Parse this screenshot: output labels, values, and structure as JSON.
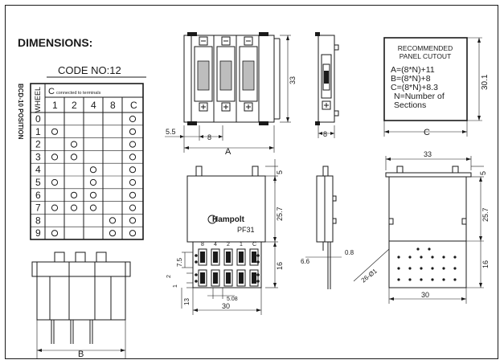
{
  "title": "DIMENSIONS:",
  "code_label": "CODE NO:12",
  "bcd": {
    "side_label": "BCD-10 POSITION",
    "wheel_header": "WHEEL",
    "c_header": "C",
    "c_header_small": "connected to terminals",
    "columns": [
      "1",
      "2",
      "4",
      "8",
      "C"
    ],
    "rows": [
      {
        "pos": "0",
        "marks": [
          false,
          false,
          false,
          false,
          true
        ]
      },
      {
        "pos": "1",
        "marks": [
          true,
          false,
          false,
          false,
          true
        ]
      },
      {
        "pos": "2",
        "marks": [
          false,
          true,
          false,
          false,
          true
        ]
      },
      {
        "pos": "3",
        "marks": [
          true,
          true,
          false,
          false,
          true
        ]
      },
      {
        "pos": "4",
        "marks": [
          false,
          false,
          true,
          false,
          true
        ]
      },
      {
        "pos": "5",
        "marks": [
          true,
          false,
          true,
          false,
          true
        ]
      },
      {
        "pos": "6",
        "marks": [
          false,
          true,
          true,
          false,
          true
        ]
      },
      {
        "pos": "7",
        "marks": [
          true,
          true,
          true,
          false,
          true
        ]
      },
      {
        "pos": "8",
        "marks": [
          false,
          false,
          false,
          true,
          true
        ]
      },
      {
        "pos": "9",
        "marks": [
          true,
          false,
          false,
          true,
          true
        ]
      }
    ]
  },
  "front": {
    "dim_height": "33",
    "dim_pitch": "8",
    "dim_offset": "5.5",
    "dim_width": "A"
  },
  "side_top": {
    "dim_depth": "8"
  },
  "cutout": {
    "lines": [
      "RECOMMENDED",
      "PANEL CUTOUT",
      "A=(8*N)+11",
      "B=(8*N)+8",
      "C=(8*N)+8.3",
      "N=Number of",
      "Sections"
    ],
    "dim_height": "30.1",
    "dim_width": "C"
  },
  "bottom_left": {
    "dim_width": "B"
  },
  "center": {
    "brand": "Hampolt",
    "model": "PF31",
    "terminal_labels": [
      "8",
      "4",
      "2",
      "1",
      "C"
    ],
    "dim_top": "5",
    "dim_height": "25.7",
    "dim_pins": "16",
    "dim_row": "7.5",
    "dim_small1": "2",
    "dim_small2": "1",
    "dim_gap": "13",
    "dim_pitch": "5.08",
    "dim_width": "30"
  },
  "side_right": {
    "dim_left": "6.6",
    "dim_right": "0.8"
  },
  "back": {
    "dim_top_width": "33",
    "dim_top": "5",
    "dim_height": "25.7",
    "dim_pins": "16",
    "dim_hole": "26-Ø1",
    "dim_width": "30"
  }
}
